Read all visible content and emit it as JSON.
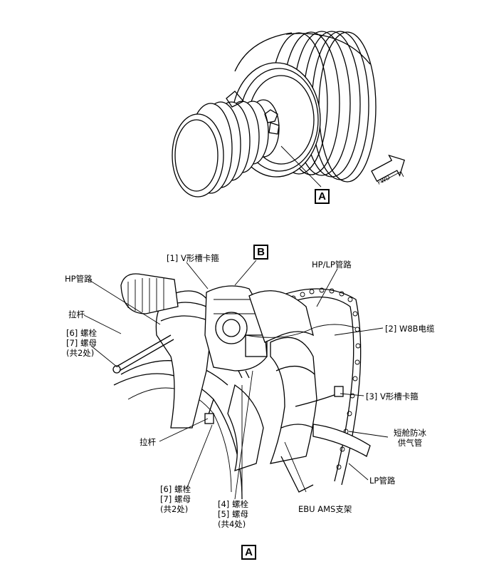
{
  "view_a_callout": "A",
  "view_b_callout": "B",
  "fwd_label": "FWD",
  "labels": {
    "v_clamp_1": "[1] V形槽卡箍",
    "hp_duct": "HP管路",
    "hp_lp_duct": "HP/LP管路",
    "strut_upper": "拉杆",
    "bolt_6_upper": "[6] 螺栓",
    "nut_7_upper": "[7] 螺母",
    "qty_2_upper": "(共2处)",
    "w8b_cable": "[2] W8B电缆",
    "v_clamp_3": "[3] V形槽卡箍",
    "nacelle_anti_ice_1": "短舱防冰",
    "nacelle_anti_ice_2": "供气管",
    "strut_lower": "拉杆",
    "lp_duct": "LP管路",
    "bolt_6_lower": "[6] 螺栓",
    "nut_7_lower": "[7] 螺母",
    "qty_2_lower": "(共2处)",
    "bolt_4": "[4] 螺栓",
    "nut_5": "[5] 螺母",
    "qty_4": "(共4处)",
    "ebu_ams_bracket": "EBU AMS支架"
  },
  "footer_view_label": "A"
}
